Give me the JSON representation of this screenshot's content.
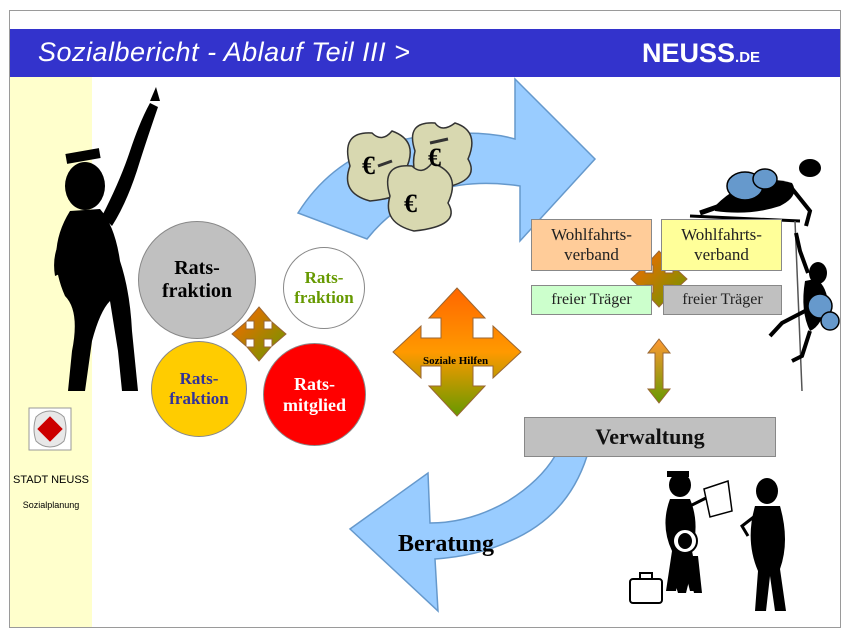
{
  "header": {
    "title": "Sozialbericht - Ablauf Teil III  >",
    "brand": "NEUSS",
    "brand_suffix": ".DE"
  },
  "sidebar": {
    "org_name": "STADT NEUSS",
    "department": "Sozialplanung"
  },
  "council": {
    "groups": [
      {
        "label": "Rats-\nfraktion",
        "fill": "#c0c0c0",
        "text_color": "#000000"
      },
      {
        "label": "Rats-\nfraktion",
        "fill": "#ffffff",
        "text_color": "#669900"
      },
      {
        "label": "Rats-\nfraktion",
        "fill": "#ffcc00",
        "text_color": "#333399"
      },
      {
        "label": "Rats-\nmitglied",
        "fill": "#ff0000",
        "text_color": "#ffffff"
      }
    ]
  },
  "center": {
    "label": "Soziale Hilfen"
  },
  "providers": [
    {
      "label": "Wohlfahrts-\nverband",
      "fill": "#ffcc99"
    },
    {
      "label": "Wohlfahrts-\nverband",
      "fill": "#ffff99"
    },
    {
      "label": "freier Träger",
      "fill": "#ccffcc"
    },
    {
      "label": "freier Träger",
      "fill": "#c0c0c0"
    }
  ],
  "administration": {
    "label": "Verwaltung",
    "fill": "#c0c0c0"
  },
  "advice": {
    "label": "Beratung"
  },
  "money_symbol": "€",
  "colors": {
    "header_bg": "#3333cc",
    "sidebar_bg": "#ffffcc",
    "cycle_arrow": "#99ccff",
    "cross_arrow_top": "#ff6600",
    "cross_arrow_bottom": "#669900",
    "logo_red": "#cc0000"
  }
}
